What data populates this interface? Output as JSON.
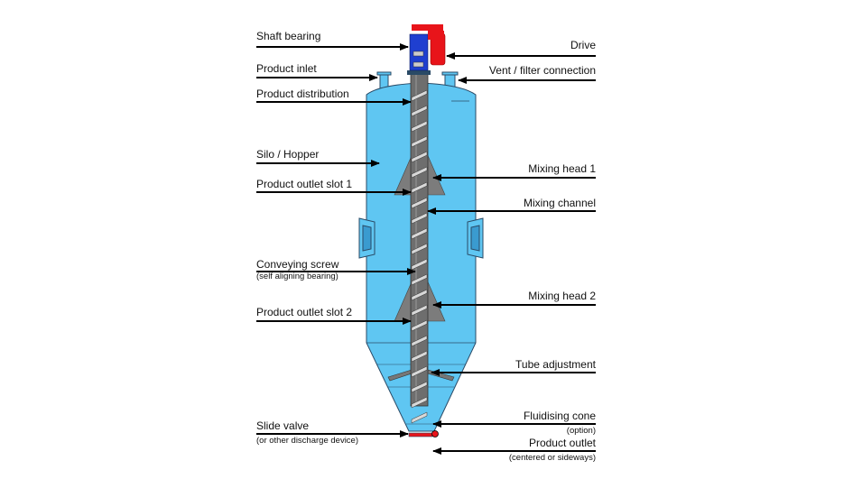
{
  "colors": {
    "silo": "#5fc6f2",
    "outline": "#2a4a66",
    "tube": "#6e6e6e",
    "mixing_head": "#7c7c7c",
    "bearing": "#1f3fd0",
    "drive": "#e8141a"
  },
  "left_labels": {
    "shaft_bearing": "Shaft bearing",
    "product_inlet": "Product inlet",
    "product_distribution": "Product distribution",
    "silo_hopper": "Silo / Hopper",
    "outlet_slot_1": "Product outlet slot 1",
    "conveying_screw": "Conveying screw",
    "conveying_screw_sub": "(self aligning bearing)",
    "outlet_slot_2": "Product outlet slot 2",
    "slide_valve": "Slide valve",
    "slide_valve_sub": "(or other discharge device)"
  },
  "right_labels": {
    "drive": "Drive",
    "vent": "Vent / filter connection",
    "mixing_head_1": "Mixing head 1",
    "mixing_channel": "Mixing channel",
    "mixing_head_2": "Mixing head 2",
    "tube_adjustment": "Tube adjustment",
    "fluidising_cone": "Fluidising cone",
    "fluidising_cone_sub": "(option)",
    "product_outlet": "Product outlet",
    "product_outlet_sub": "(centered or sideways)"
  }
}
